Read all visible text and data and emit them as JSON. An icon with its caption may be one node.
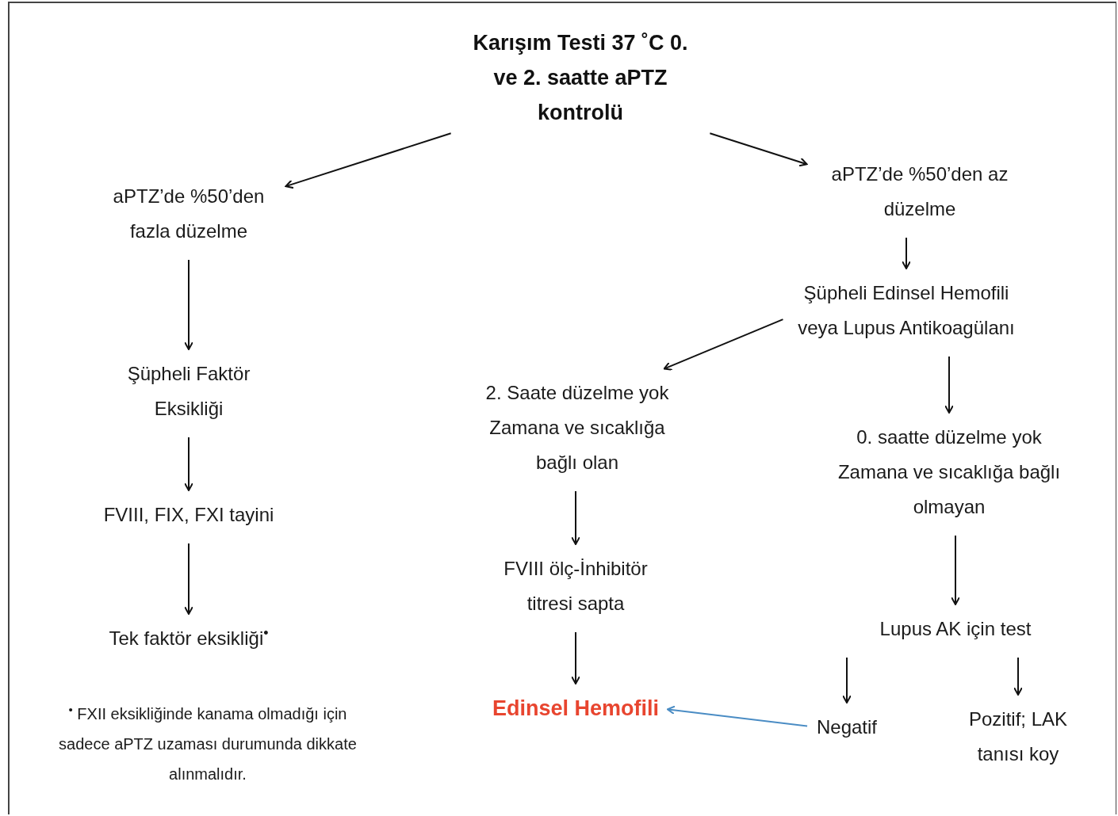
{
  "diagram": {
    "nodes": [
      {
        "text": [
          "Karışım Testi 37 ˚C 0. ve 2. saatte aPTZ kontrolü"
        ]
      },
      {
        "text": [
          "aPTZ’de %50’den fazla düzelme"
        ]
      },
      {
        "text": [
          "aPTZ’de %50’den az düzelme"
        ]
      },
      {
        "text": [
          "Şüpheli Faktör Eksikliği"
        ]
      },
      {
        "text": [
          "FVIII, FIX, FXI tayini"
        ]
      },
      {
        "text": [
          "Tek faktör eksikliği$^{•}$"
        ]
      },
      {
        "text": [
          "Şüpheli Edinsel Hemofili veya Lupus Antikoagülanı"
        ]
      },
      {
        "text": [
          "2. Saate düzelme yok Zamana ve sıcaklığa bağlı olan"
        ]
      },
      {
        "text": [
          "0. saatte düzelme yok Zamana ve sıcaklığa bağlı olmayan"
        ]
      },
      {
        "text": [
          "FVIII ölç-İnhibitör titresi sapta"
        ]
      },
      {
        "text": [
          "Edinsel Hemofili"
        ]
      },
      {
        "text": [
          "Lupus AK için test"
        ]
      },
      {
        "text": [
          "Negatif"
        ]
      },
      {
        "text": [
          "Pozitif; LAK tanısı koy"
        ]
      }
    ],
    "edges": [
      {
        "from": 0,
        "to": 1,
        "arrow": "to"
      },
      {
        "from": 0,
        "to": 2,
        "arrow": "to"
      },
      {
        "from": 1,
        "to": 3,
        "arrow": "to"
      },
      {
        "from": 3,
        "to": 4,
        "arrow": "to"
      },
      {
        "from": 4,
        "to": 5,
        "arrow": "to"
      },
      {
        "from": 2,
        "to": 6,
        "arrow": "to"
      },
      {
        "from": 6,
        "to": 7,
        "arrow": "to"
      },
      {
        "from": 6,
        "to": 8,
        "arrow": "to"
      },
      {
        "from": 7,
        "to": 9,
        "arrow": "to"
      },
      {
        "from": 9,
        "to": 10,
        "arrow": "to"
      },
      {
        "from": 8,
        "to": 11,
        "arrow": "to"
      },
      {
        "from": 11,
        "to": 12,
        "arrow": "to"
      },
      {
        "from": 11,
        "to": 13,
        "arrow": "to"
      },
      {
        "from": 12,
        "to": 10,
        "arrow": "to",
        "color": "#4a8cc4"
      }
    ],
    "labels": [
      "$^{•}$ FXII eksikliğinde kanama olmadığı için sadece aPTZ uzaması durumunda dikkate alınmalıdır."
    ]
  }
}
